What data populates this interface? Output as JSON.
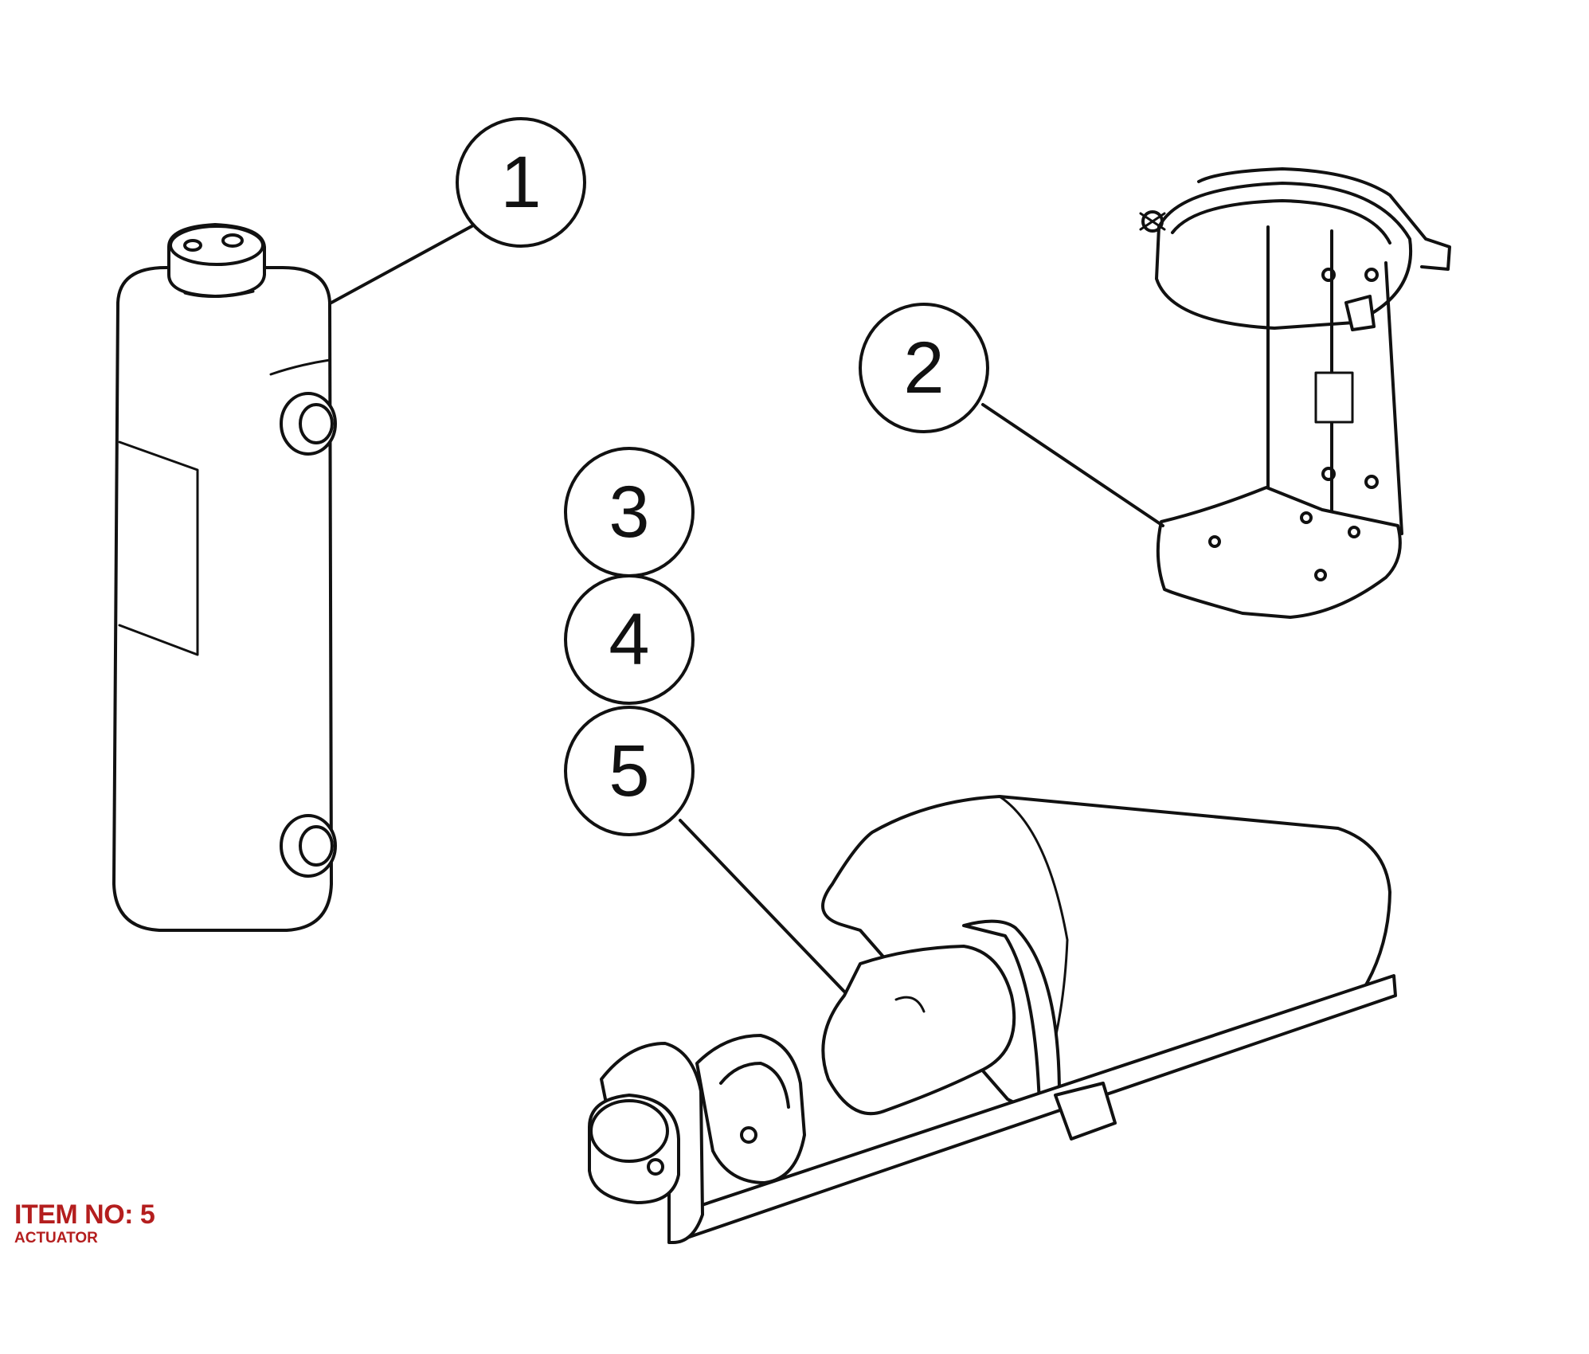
{
  "callouts": [
    {
      "id": "1",
      "label": "1",
      "part": "cylinder"
    },
    {
      "id": "2",
      "label": "2",
      "part": "bracket"
    },
    {
      "id": "3",
      "label": "3",
      "part": "actuator-assembly"
    },
    {
      "id": "4",
      "label": "4",
      "part": "actuator-assembly"
    },
    {
      "id": "5",
      "label": "5",
      "part": "actuator-assembly"
    }
  ],
  "item": {
    "title": "ITEM NO: 5",
    "subtitle": "ACTUATOR"
  },
  "colors": {
    "line": "#111111",
    "label": "#b41e1e",
    "background": "#ffffff"
  }
}
